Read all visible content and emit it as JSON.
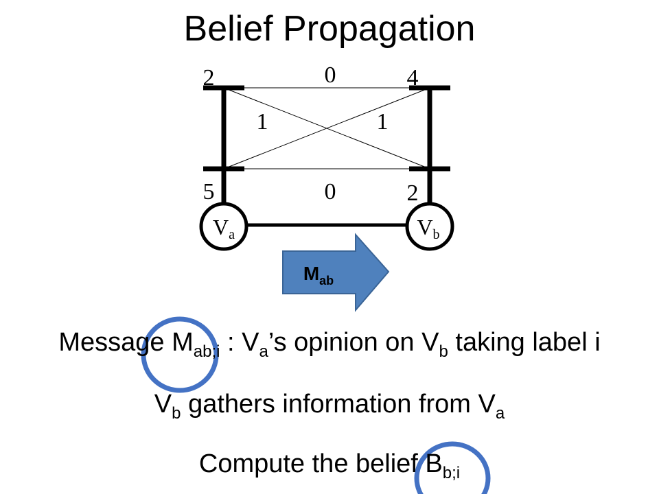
{
  "title": "Belief Propagation",
  "diagram": {
    "node_a": {
      "base": "V",
      "sub": "a"
    },
    "node_b": {
      "base": "V",
      "sub": "b"
    },
    "label_a_top": "2",
    "label_a_bottom": "5",
    "label_b_top": "4",
    "label_b_bottom": "2",
    "pair_top": "0",
    "pair_bottom": "0",
    "pair_cross_left": "1",
    "pair_cross_right": "1",
    "arrow": {
      "base": "M",
      "sub": "ab",
      "color": "#4f81bd"
    }
  },
  "lines": {
    "message": {
      "prefix": "Message M",
      "sub1": "ab;i",
      "t1": " : V",
      "sub2": "a",
      "t2": "’s opinion on V",
      "sub3": "b",
      "t3": " taking label i"
    },
    "gather": {
      "t0": "V",
      "sub1": "b",
      "t1": " gathers information from V",
      "sub2": "a"
    },
    "compute": {
      "t0": "Compute the belief B",
      "sub1": "b;i"
    }
  },
  "highlight_color": "#4472c4"
}
